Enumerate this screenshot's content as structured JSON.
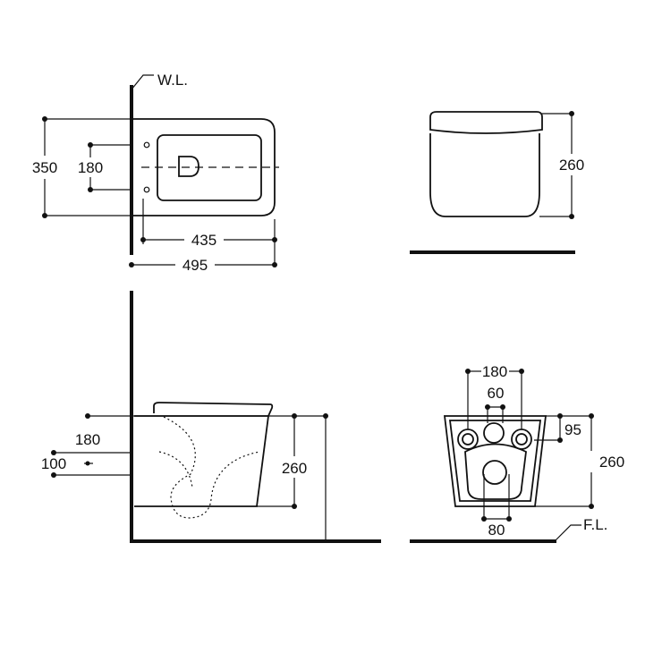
{
  "labels": {
    "wall_line": "W.L.",
    "floor_line": "F.L."
  },
  "top_view": {
    "overall_width": "350",
    "fixing_spacing": "180",
    "bowl_length": "435",
    "overall_length": "495"
  },
  "front_view": {
    "height": "260"
  },
  "side_view": {
    "inlet_height": "180",
    "bolt_height": "100",
    "height": "260"
  },
  "rear_view": {
    "fixing_spacing": "180",
    "inlet_spacing": "60",
    "fixing_height": "95",
    "height": "260",
    "outlet_spacing": "80"
  }
}
